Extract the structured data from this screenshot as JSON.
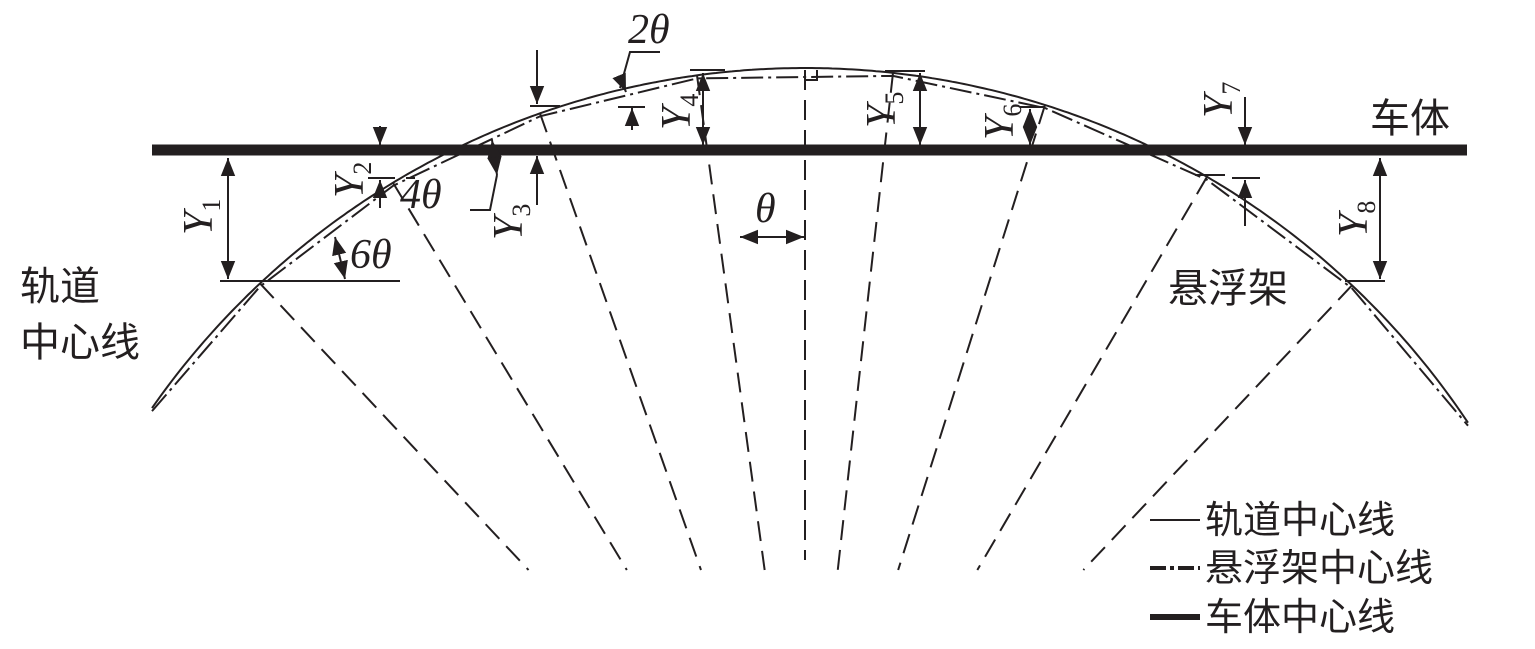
{
  "title_labels": {
    "car_body": "车体",
    "suspension_frame": "悬浮架",
    "track_center_line_1": "轨道",
    "track_center_line_2": "中心线"
  },
  "angles": {
    "theta": "θ",
    "two_theta": "2θ",
    "four_theta": "4θ",
    "six_theta": "6θ"
  },
  "dimensions": [
    {
      "sym": "Y",
      "sub": "1"
    },
    {
      "sym": "Y",
      "sub": "2"
    },
    {
      "sym": "Y",
      "sub": "3"
    },
    {
      "sym": "Y",
      "sub": "4"
    },
    {
      "sym": "Y",
      "sub": "5"
    },
    {
      "sym": "Y",
      "sub": "6"
    },
    {
      "sym": "Y",
      "sub": "7"
    },
    {
      "sym": "Y",
      "sub": "8"
    }
  ],
  "legend": [
    {
      "label": "轨道中心线",
      "style": "thin-solid"
    },
    {
      "label": "悬浮架中心线",
      "style": "dash-dot"
    },
    {
      "label": "车体中心线",
      "style": "thick-solid"
    }
  ],
  "colors": {
    "ink": "#231f20"
  }
}
